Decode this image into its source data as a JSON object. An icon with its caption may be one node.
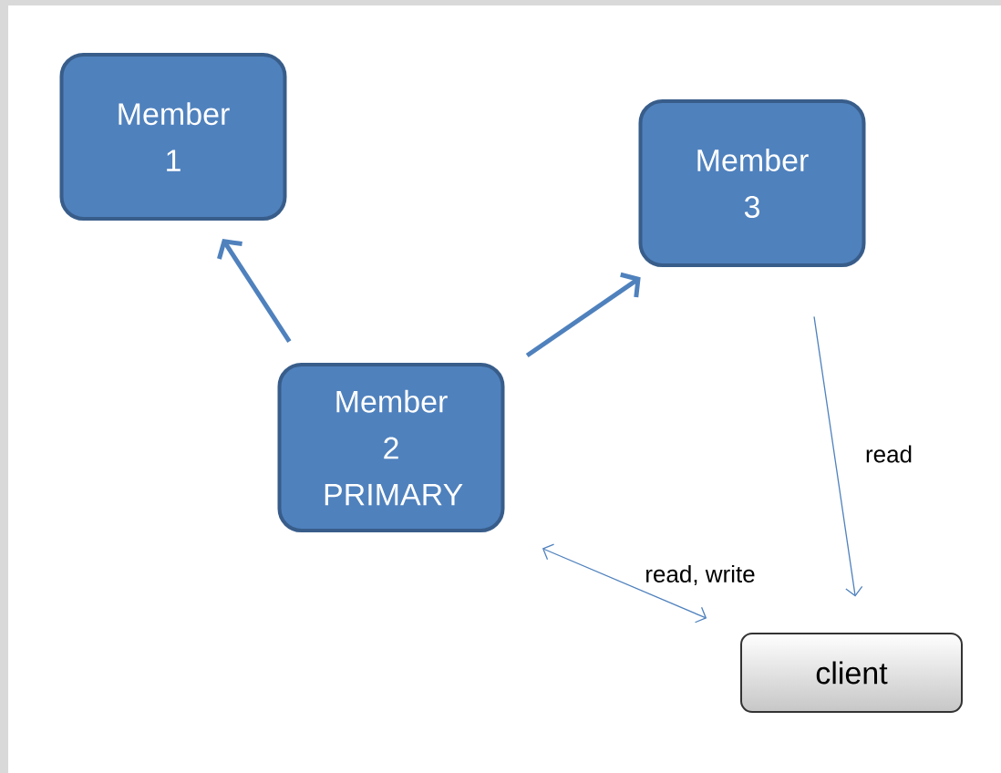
{
  "diagram": {
    "nodes": [
      {
        "text": [
          "Member 1"
        ]
      },
      {
        "text": [
          "Member 3"
        ]
      },
      {
        "text": [
          "Member 2 PRIMARY"
        ]
      },
      {
        "text": [
          "client"
        ]
      }
    ],
    "edges": [
      {
        "from": 2,
        "to": 0,
        "arrow": "to",
        "style": "thick"
      },
      {
        "from": 2,
        "to": 1,
        "arrow": "to",
        "style": "thick"
      },
      {
        "from": 1,
        "to": 3,
        "arrow": "to",
        "label": "read"
      },
      {
        "from": 2,
        "to": 3,
        "arrow": "both",
        "label": "read, write"
      }
    ]
  }
}
